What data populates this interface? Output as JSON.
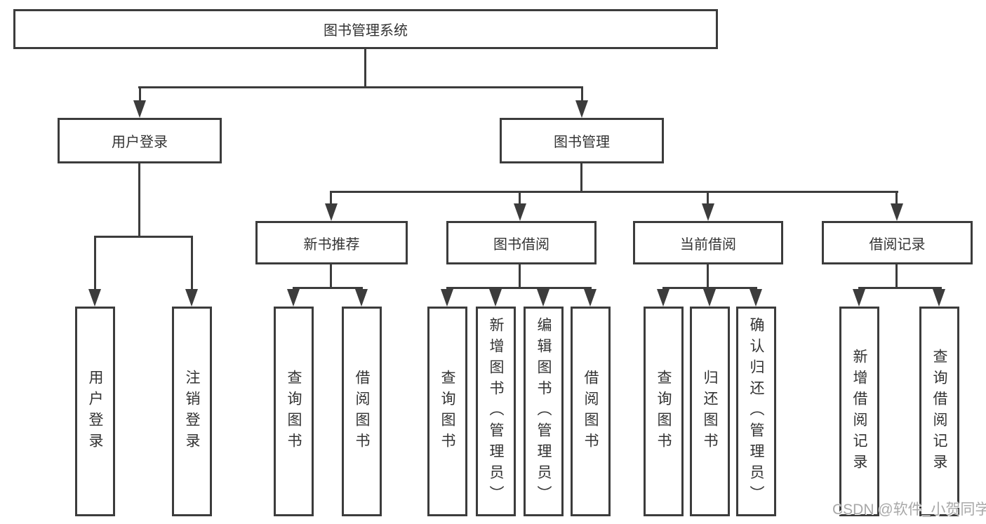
{
  "diagram": {
    "root": {
      "label": "图书管理系统"
    },
    "branches": {
      "user_login": {
        "label": "用户登录",
        "children": [
          "用户登录",
          "注销登录"
        ]
      },
      "book_management": {
        "label": "图书管理",
        "sections": {
          "new_book_recommendation": {
            "label": "新书推荐",
            "children": [
              "查询图书",
              "借阅图书"
            ]
          },
          "book_borrowing": {
            "label": "图书借阅",
            "children": [
              "查询图书",
              "新增图书（管理员）",
              "编辑图书（管理员）",
              "借阅图书"
            ]
          },
          "current_borrowing": {
            "label": "当前借阅",
            "children": [
              "查询图书",
              "归还图书",
              "确认归还（管理员）"
            ]
          },
          "borrowing_records": {
            "label": "借阅记录",
            "children": [
              "新增借阅记录",
              "查询借阅记录"
            ]
          }
        }
      }
    }
  },
  "watermark": {
    "text": "CSDN @软件_小贺同学"
  },
  "colors": {
    "line": "#3c3c3c",
    "text": "#333333",
    "background": "#ffffff",
    "watermark": "#a8a8a8"
  }
}
